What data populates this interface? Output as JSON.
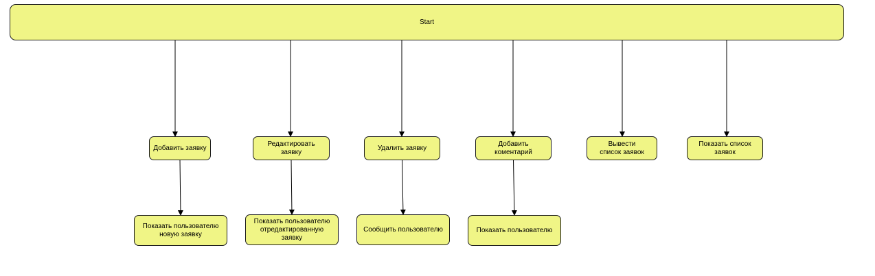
{
  "diagram": {
    "colors": {
      "node_fill": "#f0f586",
      "node_border": "#1c1c1c",
      "edge": "#000000"
    },
    "start": {
      "label": "Start"
    },
    "actions": [
      {
        "id": "add",
        "label": "Добавить заявку"
      },
      {
        "id": "edit",
        "label": "Редактировать заявку"
      },
      {
        "id": "delete",
        "label": "Удалить заявку"
      },
      {
        "id": "comment",
        "label": "Добавить коментарий"
      },
      {
        "id": "list",
        "label": "Вывести список заявок"
      },
      {
        "id": "show",
        "label": "Показать список заявок"
      }
    ],
    "results": [
      {
        "id": "add-result",
        "label": "Показать пользователю новую заявку"
      },
      {
        "id": "edit-result",
        "label": "Показать пользователю отредактированную заявку"
      },
      {
        "id": "delete-result",
        "label": "Сообщить пользователю"
      },
      {
        "id": "comment-result",
        "label": "Показать пользователю"
      }
    ],
    "edges": [
      {
        "from": "start",
        "to": "add"
      },
      {
        "from": "start",
        "to": "edit"
      },
      {
        "from": "start",
        "to": "delete"
      },
      {
        "from": "start",
        "to": "comment"
      },
      {
        "from": "start",
        "to": "list"
      },
      {
        "from": "start",
        "to": "show"
      },
      {
        "from": "add",
        "to": "add-result"
      },
      {
        "from": "edit",
        "to": "edit-result"
      },
      {
        "from": "delete",
        "to": "delete-result"
      },
      {
        "from": "comment",
        "to": "comment-result"
      }
    ]
  }
}
